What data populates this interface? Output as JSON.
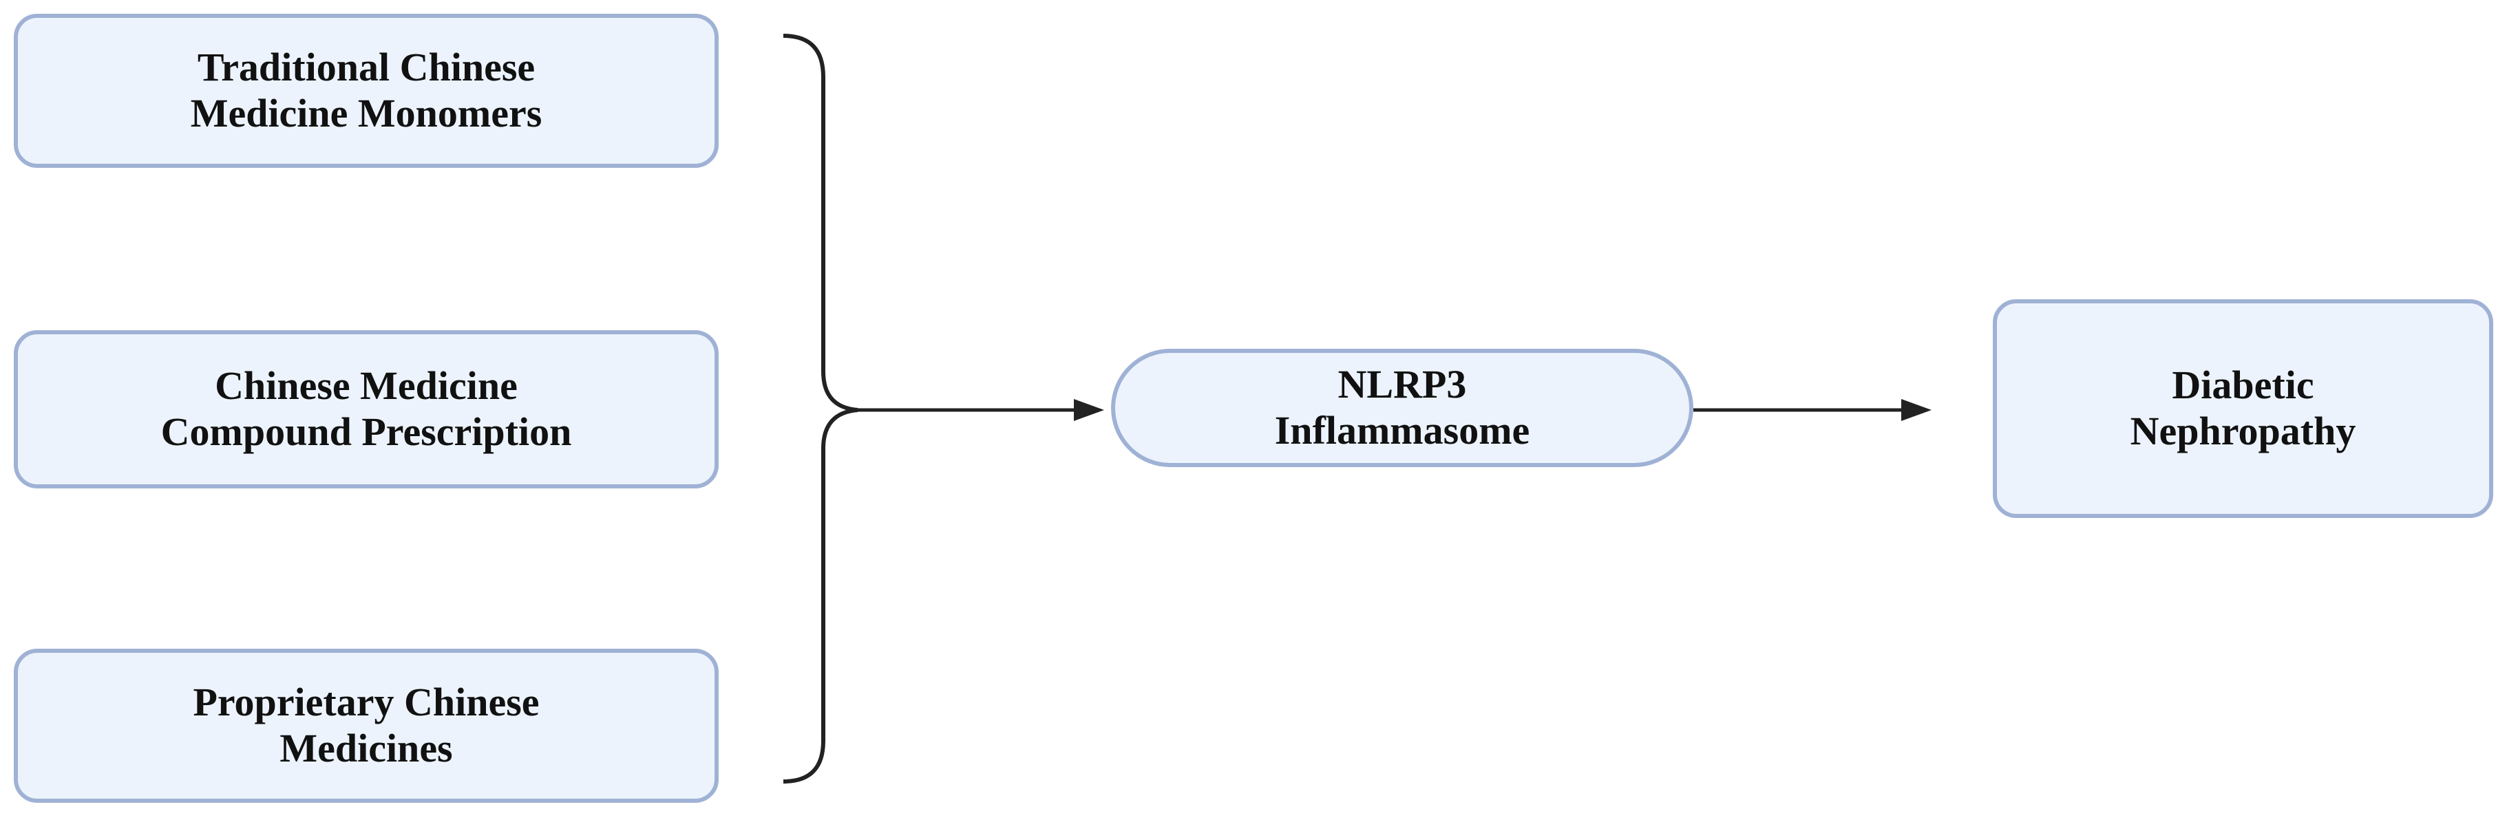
{
  "diagram": {
    "colors": {
      "node_fill": "#ecf3fc",
      "node_border": "#9fb2d5",
      "line": "#222222",
      "text": "#111111"
    },
    "nodes": {
      "tcm_monomers": {
        "line1": "Traditional Chinese",
        "line2": "Medicine Monomers"
      },
      "compound_prescription": {
        "line1": "Chinese Medicine",
        "line2": "Compound Prescription"
      },
      "proprietary_medicines": {
        "line1": "Proprietary Chinese",
        "line2": "Medicines"
      },
      "nlrp3": {
        "line1": "NLRP3",
        "line2": "Inflammasome"
      },
      "diabetic_nephropathy": {
        "line1": "Diabetic",
        "line2": "Nephropathy"
      }
    }
  }
}
